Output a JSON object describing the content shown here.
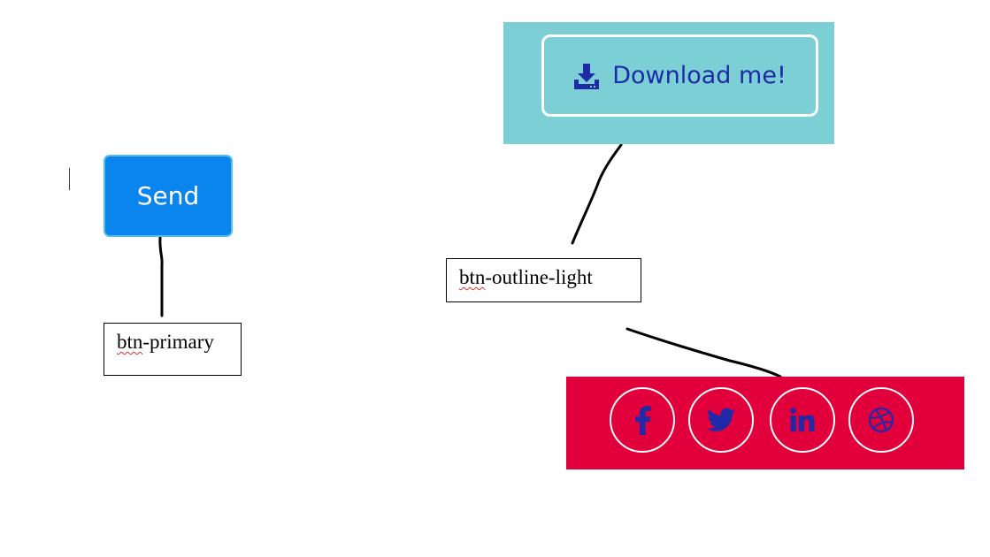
{
  "send_button": {
    "label": "Send"
  },
  "labels": {
    "primary": {
      "prefix": "btn",
      "rest": "-primary"
    },
    "outline": {
      "prefix": "btn",
      "rest": "-outline-light"
    }
  },
  "download_button": {
    "label": "Download me!",
    "icon": "download-icon"
  },
  "social_buttons": [
    {
      "icon": "facebook-icon"
    },
    {
      "icon": "twitter-icon"
    },
    {
      "icon": "linkedin-icon"
    },
    {
      "icon": "dribbble-icon"
    }
  ],
  "colors": {
    "primary": "#0b85ee",
    "teal_panel": "#7ccfd5",
    "red_panel": "#e1003b",
    "icon_blue": "#1e2aa8"
  }
}
